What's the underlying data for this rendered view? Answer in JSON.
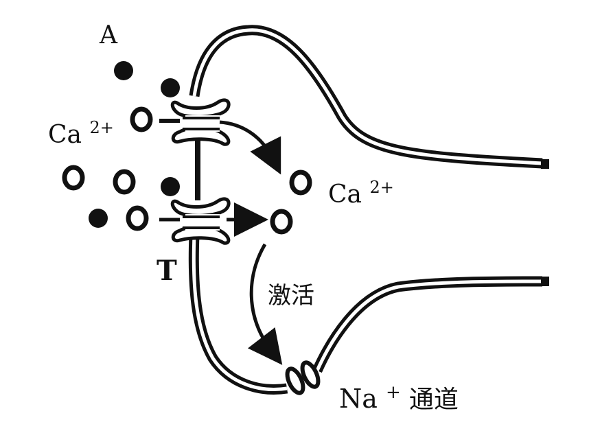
{
  "labels": {
    "A": "A",
    "T": "T",
    "ca_left_base": "Ca",
    "ca_left_sup": "2+",
    "ca_right_base": "Ca",
    "ca_right_sup": "2+",
    "activate": "激活",
    "na_base": "Na",
    "na_sup": "+",
    "na_suffix": "通道"
  },
  "colors": {
    "ink": "#111111",
    "membrane_fill": "#ffffff"
  }
}
